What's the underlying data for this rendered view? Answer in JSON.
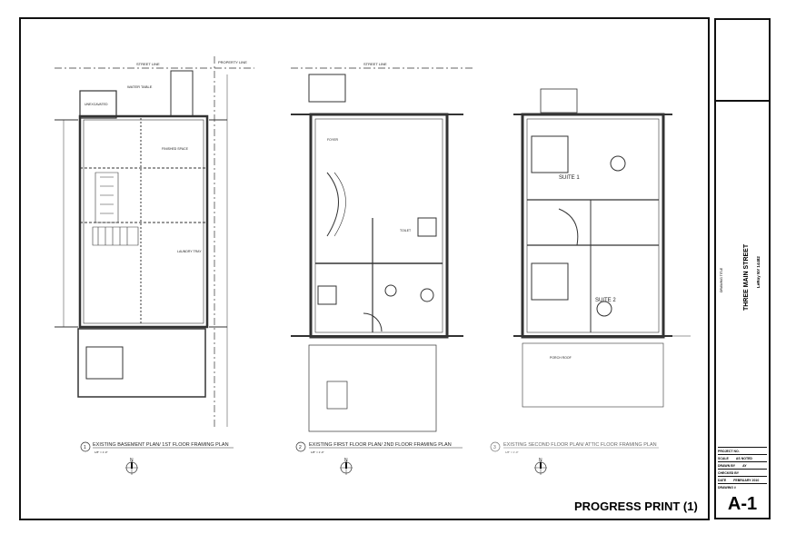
{
  "sheet": {
    "progress_label": "PROGRESS PRINT (1)",
    "project_title": "THREE MAIN STREET",
    "project_location": "LeRoy NY 14482",
    "title_block_small": "DRAWING TITLE",
    "fields": [
      {
        "label": "PROJECT NO.",
        "value": ""
      },
      {
        "label": "SCALE",
        "value": "AS NOTED"
      },
      {
        "label": "DRAWN BY",
        "value": "AY"
      },
      {
        "label": "CHECKED BY",
        "value": ""
      },
      {
        "label": "DATE",
        "value": "FEBRUARY 2010"
      },
      {
        "label": "DRAWING #",
        "value": ""
      }
    ],
    "drawing_number": "A-1"
  },
  "plans": [
    {
      "number": "1",
      "title": "EXISTING BASEMENT PLAN/ 1ST FLOOR FRAMING PLAN",
      "scale": "1/8\" = 1'-0\"",
      "north": "N"
    },
    {
      "number": "2",
      "title": "EXISTING FIRST FLOOR PLAN/ 2ND FLOOR FRAMING PLAN",
      "scale": "1/8\" = 1'-0\"",
      "north": "N"
    },
    {
      "number": "3",
      "title": "EXISTING SECOND FLOOR PLAN/ ATTIC FLOOR FRAMING PLAN",
      "scale": "1/8\" = 1'-0\"",
      "north": "N"
    }
  ],
  "notes": {
    "street_line": "STREET LINE",
    "property_line": "PROPERTY LINE",
    "water_table": "WATER TABLE",
    "unexcavated": "UNEXCAVATED",
    "finished_space": "FINISHED SPACE",
    "laundry_tray": "LAUNDRY TRAY",
    "foyer": "FOYER",
    "toilet": "TOILET",
    "suite_1": "SUITE 1",
    "suite_2": "SUITE 2",
    "porch_roof": "PORCH ROOF"
  }
}
